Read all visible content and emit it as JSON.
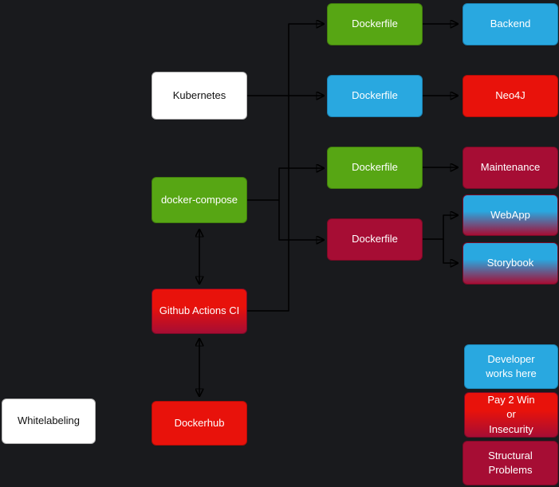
{
  "diagram": {
    "background": "#191a1d",
    "edge_color": "#000000",
    "palette": {
      "green": "#57a614",
      "blue": "#29a8e0",
      "red": "#e8120b",
      "crimson": "#a60d34",
      "white": "#ffffff",
      "blue-to-crimson": "linear-gradient #29a8e0 -> #a60d34",
      "red-to-crimson": "linear-gradient #e8120b -> #a60d34"
    },
    "nodes": [
      {
        "id": "dockerfile-backend",
        "label": "Dockerfile",
        "color": "green"
      },
      {
        "id": "backend",
        "label": "Backend",
        "color": "blue"
      },
      {
        "id": "kubernetes",
        "label": "Kubernetes",
        "color": "white"
      },
      {
        "id": "dockerfile-neo4j",
        "label": "Dockerfile",
        "color": "blue"
      },
      {
        "id": "neo4j",
        "label": "Neo4J",
        "color": "red"
      },
      {
        "id": "dockerfile-maintenance",
        "label": "Dockerfile",
        "color": "green"
      },
      {
        "id": "maintenance",
        "label": "Maintenance",
        "color": "crimson"
      },
      {
        "id": "docker-compose",
        "label": "docker-compose",
        "color": "green"
      },
      {
        "id": "dockerfile-webapp",
        "label": "Dockerfile",
        "color": "crimson"
      },
      {
        "id": "webapp",
        "label": "WebApp",
        "color": "blue-to-crimson"
      },
      {
        "id": "storybook",
        "label": "Storybook",
        "color": "blue-to-crimson"
      },
      {
        "id": "github-actions-ci",
        "label": "Github Actions CI",
        "color": "red-to-crimson"
      },
      {
        "id": "developer-works-here",
        "label": "Developer\nworks here",
        "color": "blue"
      },
      {
        "id": "pay-2-win",
        "label": "Pay 2 Win\nor\nInsecurity",
        "color": "red-to-crimson"
      },
      {
        "id": "whitelabeling",
        "label": "Whitelabeling",
        "color": "white"
      },
      {
        "id": "dockerhub",
        "label": "Dockerhub",
        "color": "red"
      },
      {
        "id": "structural-problems",
        "label": "Structural Problems",
        "color": "crimson"
      }
    ],
    "edges": [
      {
        "from": "kubernetes",
        "to": "dockerfile-backend",
        "arrow": "end"
      },
      {
        "from": "kubernetes",
        "to": "dockerfile-neo4j",
        "arrow": "end"
      },
      {
        "from": "github-actions-ci",
        "to": "dockerfile-backend",
        "arrow": "end"
      },
      {
        "from": "github-actions-ci",
        "to": "dockerfile-neo4j",
        "arrow": "end"
      },
      {
        "from": "docker-compose",
        "to": "dockerfile-maintenance",
        "arrow": "end"
      },
      {
        "from": "docker-compose",
        "to": "dockerfile-webapp",
        "arrow": "end"
      },
      {
        "from": "dockerfile-backend",
        "to": "backend",
        "arrow": "end"
      },
      {
        "from": "dockerfile-neo4j",
        "to": "neo4j",
        "arrow": "end"
      },
      {
        "from": "dockerfile-maintenance",
        "to": "maintenance",
        "arrow": "end"
      },
      {
        "from": "dockerfile-webapp",
        "to": "webapp",
        "arrow": "end"
      },
      {
        "from": "dockerfile-webapp",
        "to": "storybook",
        "arrow": "end"
      },
      {
        "from": "github-actions-ci",
        "to": "docker-compose",
        "arrow": "both"
      },
      {
        "from": "github-actions-ci",
        "to": "dockerhub",
        "arrow": "both"
      }
    ]
  }
}
